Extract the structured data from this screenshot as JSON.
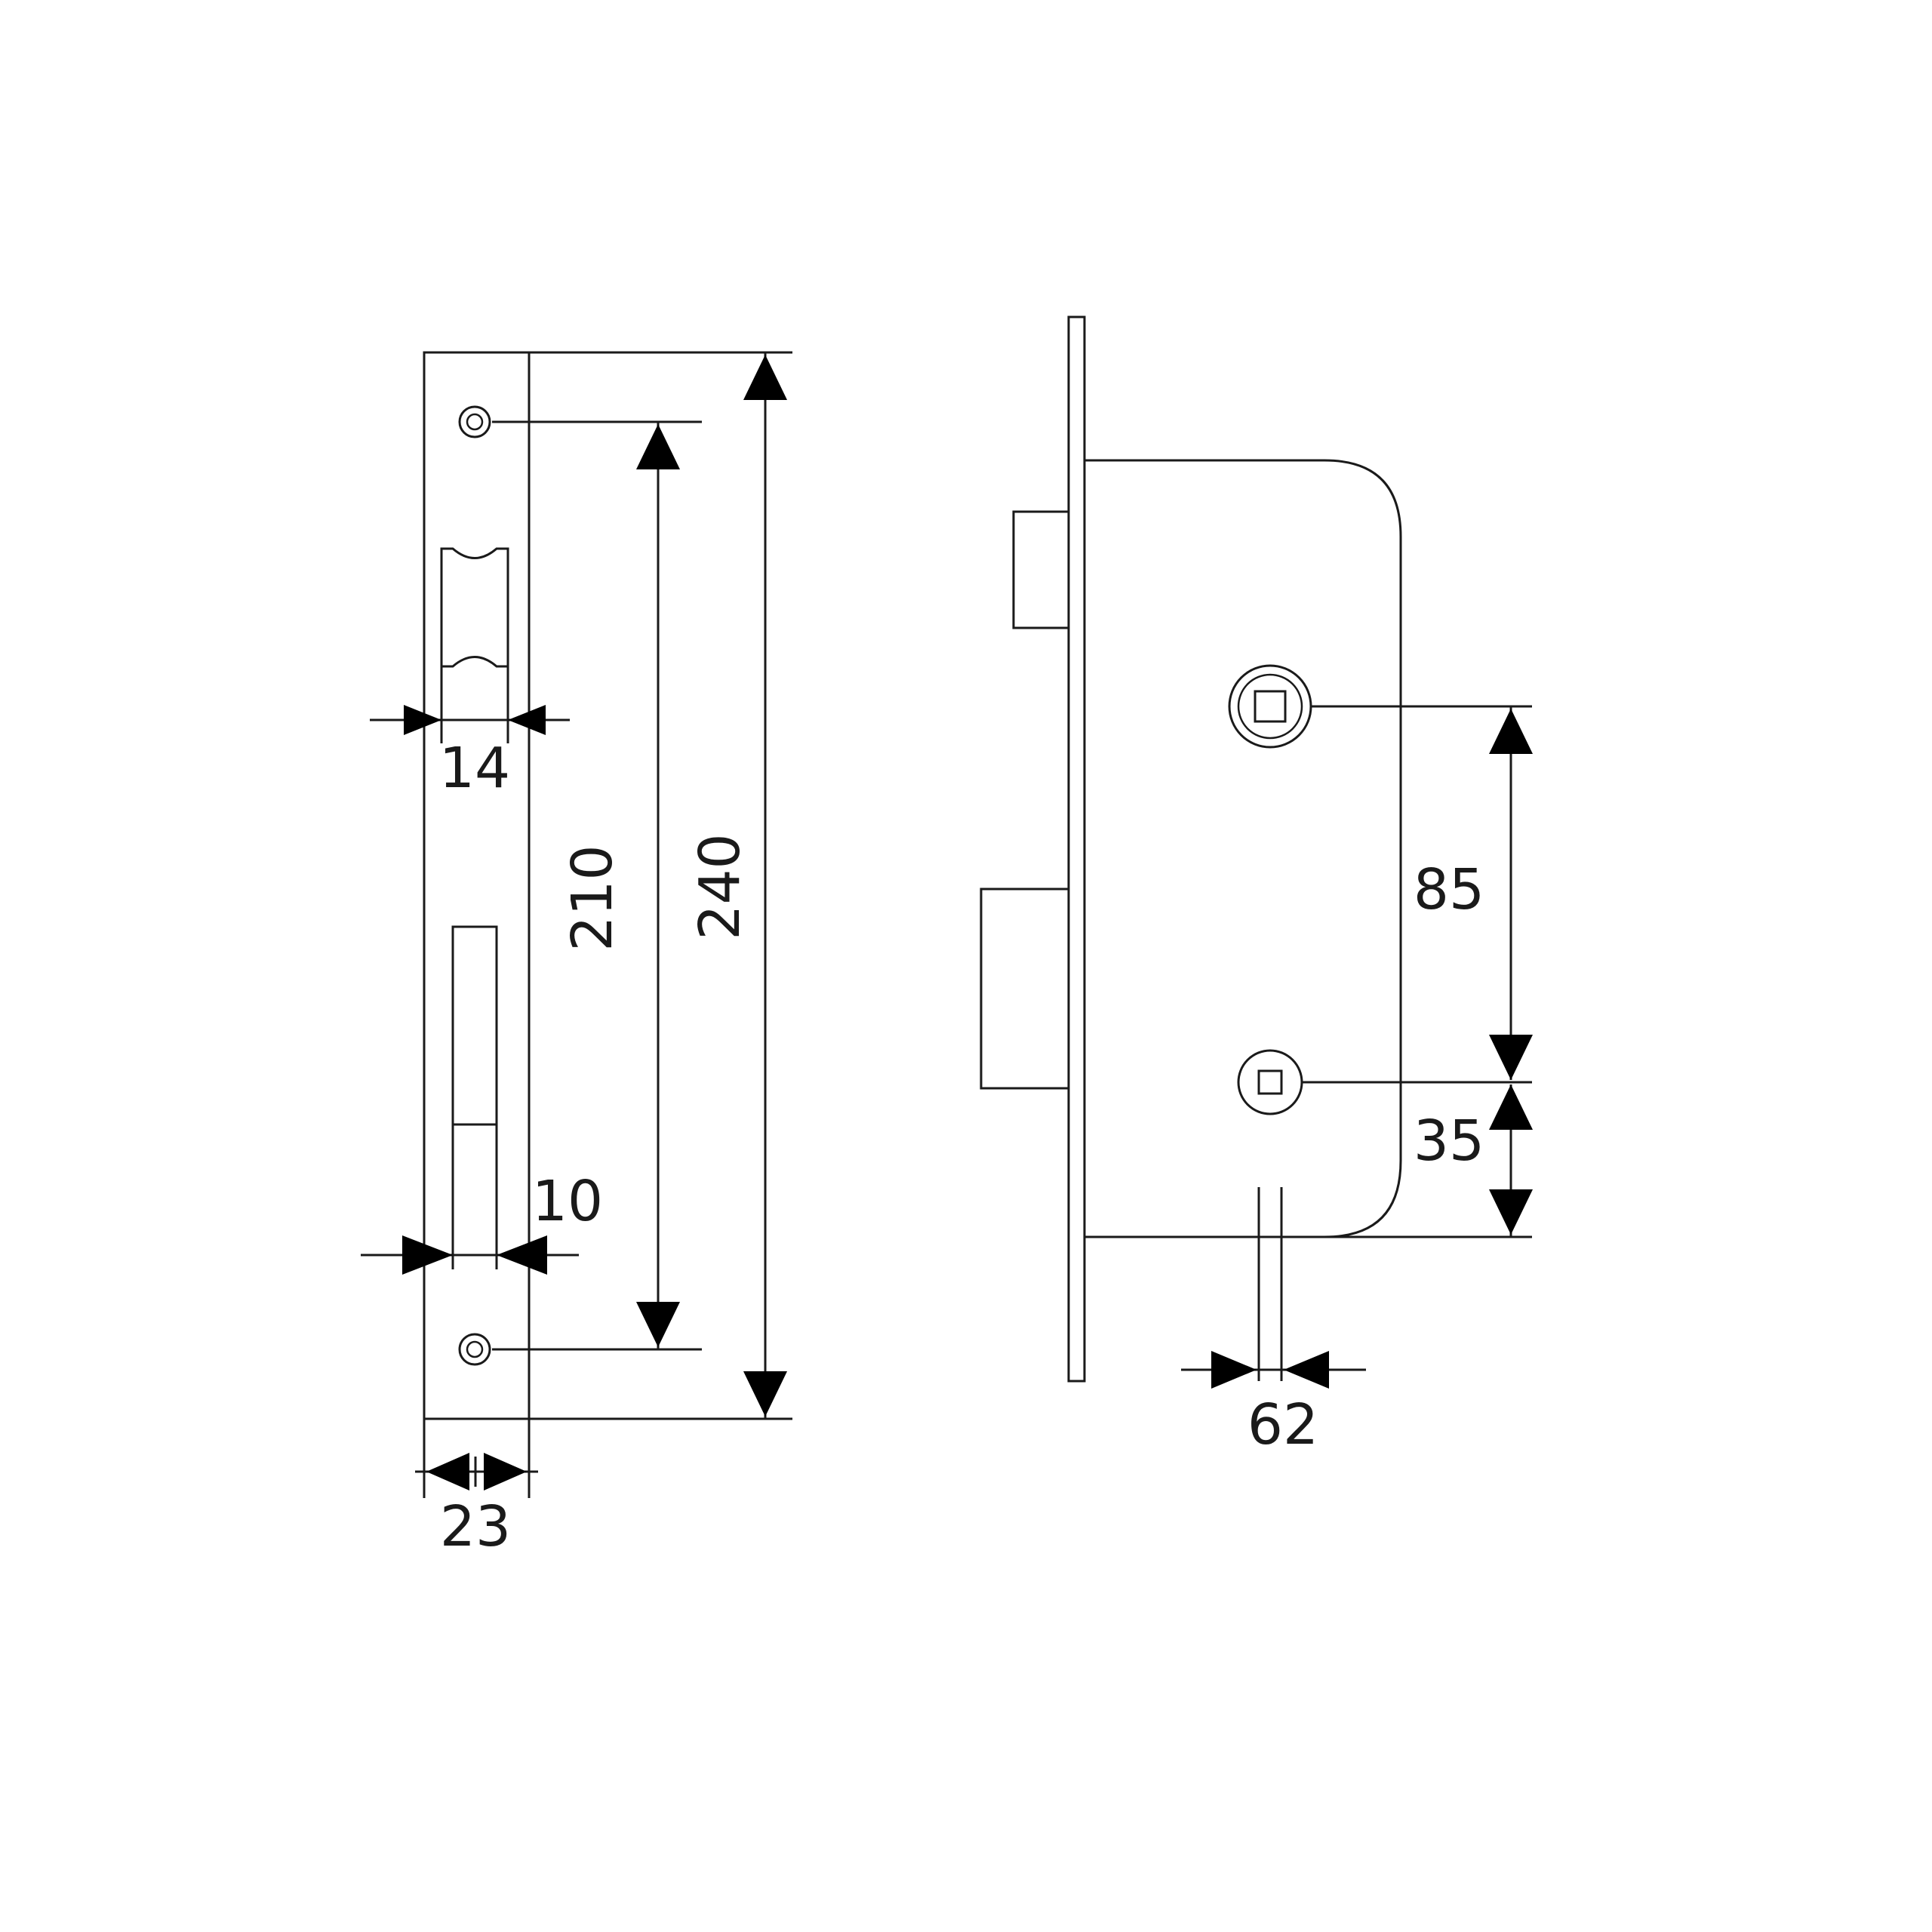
{
  "diagram": {
    "faceplate_view": {
      "dimensions": {
        "screw_spacing": "210",
        "faceplate_height": "240",
        "latch_opening_width": "14",
        "bolt_opening_width": "10",
        "faceplate_width": "23"
      }
    },
    "side_view": {
      "dimensions": {
        "handle_to_key_distance": "85",
        "key_to_bottom_distance": "35",
        "backset": "62"
      }
    }
  },
  "colors": {
    "line": "#1a1a1a",
    "background": "#ffffff"
  }
}
